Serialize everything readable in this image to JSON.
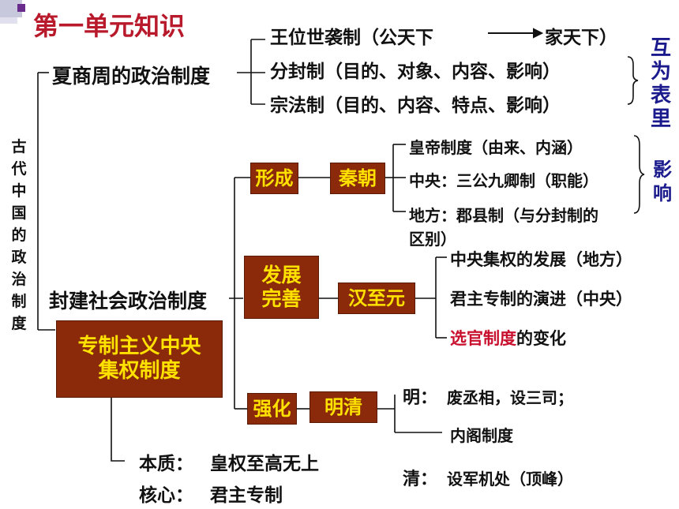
{
  "title": "第一单元知识",
  "root": {
    "label_chars": [
      "古",
      "代",
      "中",
      "国",
      "的",
      "政",
      "治",
      "制",
      "度"
    ]
  },
  "branch1": {
    "label": "夏商周的政治制度",
    "items": [
      {
        "text": "王位世袭制（公天下",
        "text2": "家天下）"
      },
      {
        "text": "分封制（目的、对象、内容、影响）"
      },
      {
        "text": "宗法制（目的、内容、特点、影响）"
      }
    ],
    "side_note": "互为表里"
  },
  "branch2": {
    "label": "封建社会政治制度",
    "core_box": "专制主义中央集权制度",
    "core_box_lines": [
      "专制主义中央",
      "集权制度"
    ],
    "essence": {
      "label": "本质：",
      "value": "皇权至高无上"
    },
    "core": {
      "label": "核心：",
      "value": "君主专制"
    },
    "stages": [
      {
        "box": "形成",
        "era": "秦朝",
        "items": [
          "皇帝制度（由来、内涵）",
          "中央：三公九卿制（职能）",
          "地方：郡县制（与分封制的",
          "区别）"
        ],
        "side_note": "影响"
      },
      {
        "box_lines": [
          "发展",
          "完善"
        ],
        "era": "汉至元",
        "items": [
          {
            "text": "中央集权的发展（地方）"
          },
          {
            "text": "君主专制的演进（中央）"
          },
          {
            "highlight": "选官制度",
            "text": "的变化"
          }
        ]
      },
      {
        "box": "强化",
        "era": "明清",
        "items": [
          {
            "label": "明：",
            "text": "废丞相，设三司；"
          },
          {
            "text": "内阁制度"
          },
          {
            "label": "清：",
            "text": "设军机处（顶峰）"
          }
        ]
      }
    ]
  },
  "colors": {
    "title": "#b81a2c",
    "box_bg": "#8a2a0a",
    "box_text": "#ffe100",
    "side_note": "#1a1a8c",
    "highlight": "#c8102e"
  }
}
